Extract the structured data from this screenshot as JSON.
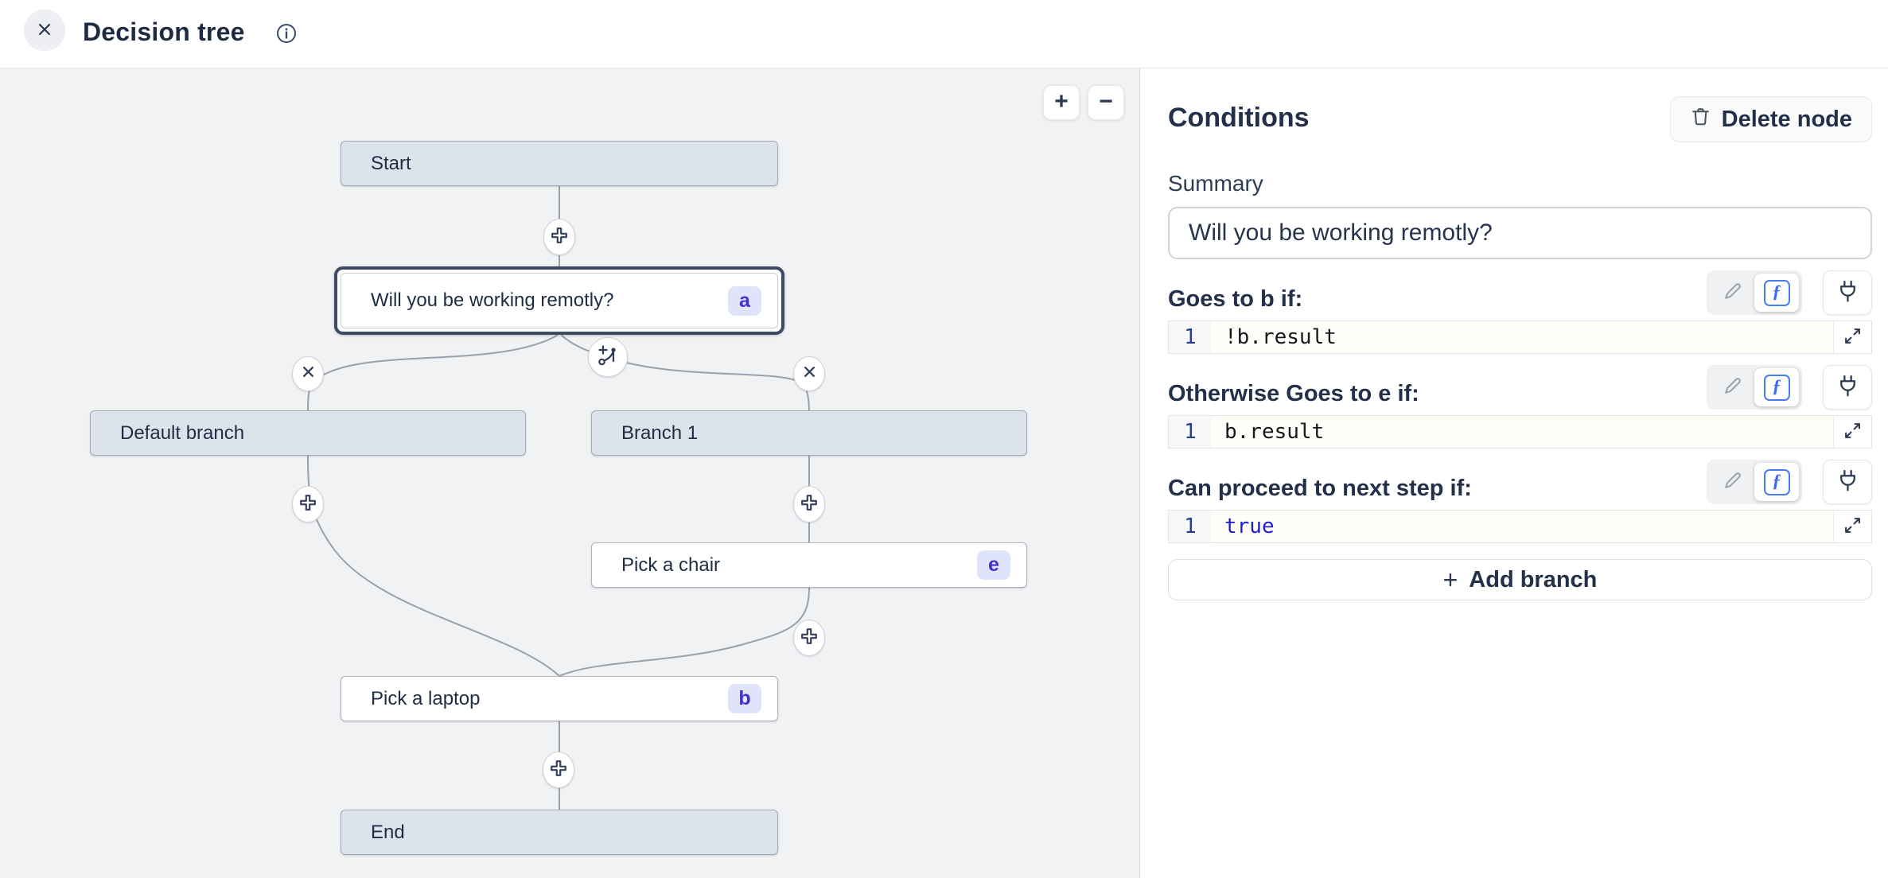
{
  "header": {
    "title": "Decision tree"
  },
  "canvas": {
    "zoom_in_label": "+",
    "zoom_out_label": "−",
    "nodes": [
      {
        "id": "start",
        "label": "Start",
        "badge": ""
      },
      {
        "id": "question",
        "label": "Will you be working remotly?",
        "badge": "a"
      },
      {
        "id": "default-branch",
        "label": "Default branch",
        "badge": ""
      },
      {
        "id": "branch-1",
        "label": "Branch 1",
        "badge": ""
      },
      {
        "id": "pick-chair",
        "label": "Pick a chair",
        "badge": "e"
      },
      {
        "id": "pick-laptop",
        "label": "Pick a laptop",
        "badge": "b"
      },
      {
        "id": "end",
        "label": "End",
        "badge": ""
      }
    ]
  },
  "panel": {
    "title": "Conditions",
    "delete_button_label": "Delete node",
    "summary_label": "Summary",
    "summary_value": "Will you be working remotly?",
    "conditions": [
      {
        "label": "Goes to b if:",
        "line_number": "1",
        "code": "!b.result",
        "token": "plain"
      },
      {
        "label": "Otherwise Goes to e if:",
        "line_number": "1",
        "code": "b.result",
        "token": "plain"
      },
      {
        "label": "Can proceed to next step if:",
        "line_number": "1",
        "code": "true",
        "token": "keyword"
      }
    ],
    "add_branch_plus": "+",
    "add_branch_label": "Add branch"
  },
  "colors": {
    "accent_blue": "#4a7bf7",
    "keyword_blue": "#1d1fd6",
    "canvas_bg": "#f1f2f4",
    "node_gray": "#dce3eb",
    "selected_border": "#3e4c63",
    "badge_bg": "#e0e4fb",
    "badge_text": "#4330cb",
    "edge_line": "#9aa1aa",
    "text_dark": "#23304a"
  }
}
